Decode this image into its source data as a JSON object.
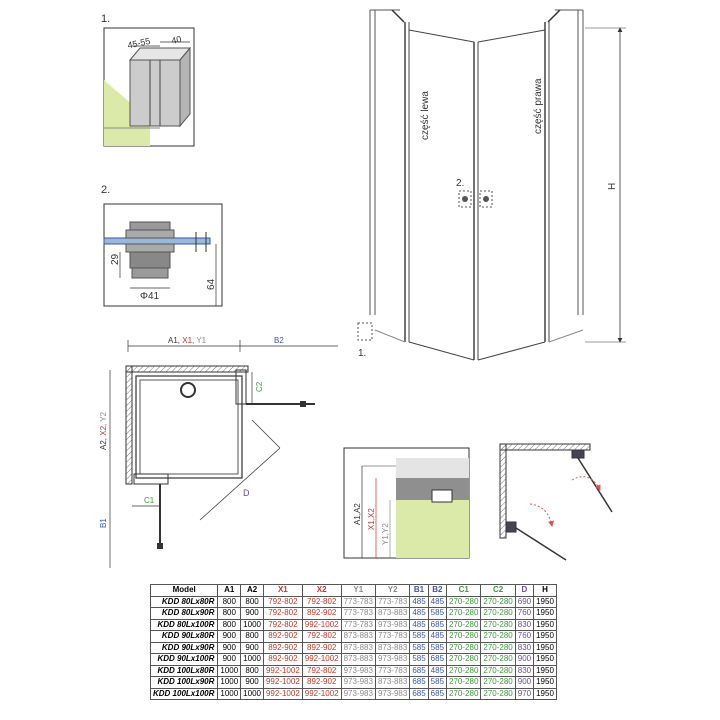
{
  "labels": {
    "detail1_num": "1.",
    "detail1_dim_a": "45-55",
    "detail1_dim_b": "40",
    "detail2_num": "2.",
    "detail2_dim_29": "29",
    "detail2_dim_phi": "Φ41",
    "detail2_dim_64": "64",
    "front_left_door": "część lewa",
    "front_right_door": "część prawa",
    "front_marker_2": "2.",
    "front_marker_1": "1.",
    "front_height": "H",
    "plan_A1": "A1,",
    "plan_X1": "X1,",
    "plan_Y1": "Y1",
    "plan_B2": "B2",
    "plan_A2": "A2,",
    "plan_X2": "X2,",
    "plan_Y2": "Y2",
    "plan_B1": "B1",
    "plan_C1": "C1",
    "plan_C2": "C2",
    "plan_D": "D",
    "side_A1A2": "A1,A2",
    "side_X1X2": "X1,X2",
    "side_Y1Y2": "Y1,Y2"
  },
  "colors": {
    "red": "#c0392b",
    "gray": "#8a8a8a",
    "blue": "#3b56a8",
    "green": "#3a9a3a",
    "purple": "#6b4aa0",
    "detail_fill": "#dbe9a9"
  },
  "table": {
    "headers": [
      "Model",
      "A1",
      "A2",
      "X1",
      "X2",
      "Y1",
      "Y2",
      "B1",
      "B2",
      "C1",
      "C2",
      "D",
      "H"
    ],
    "rows": [
      [
        "KDD 80Lx80R",
        "800",
        "800",
        "792-802",
        "792-802",
        "773-783",
        "773-783",
        "485",
        "485",
        "270-280",
        "270-280",
        "690",
        "1950"
      ],
      [
        "KDD 80Lx90R",
        "800",
        "900",
        "792-802",
        "892-902",
        "773-783",
        "873-883",
        "485",
        "585",
        "270-280",
        "270-280",
        "760",
        "1950"
      ],
      [
        "KDD 80Lx100R",
        "800",
        "1000",
        "792-802",
        "992-1002",
        "773-783",
        "973-983",
        "485",
        "685",
        "270-280",
        "270-280",
        "830",
        "1950"
      ],
      [
        "KDD 90Lx80R",
        "900",
        "800",
        "892-902",
        "792-802",
        "873-883",
        "773-783",
        "585",
        "485",
        "270-280",
        "270-280",
        "760",
        "1950"
      ],
      [
        "KDD 90Lx90R",
        "900",
        "900",
        "892-902",
        "892-902",
        "873-883",
        "873-883",
        "585",
        "585",
        "270-280",
        "270-280",
        "830",
        "1950"
      ],
      [
        "KDD 90Lx100R",
        "900",
        "1000",
        "892-902",
        "992-1002",
        "873-883",
        "973-983",
        "585",
        "685",
        "270-280",
        "270-280",
        "900",
        "1950"
      ],
      [
        "KDD 100Lx80R",
        "1000",
        "800",
        "992-1002",
        "792-802",
        "973-983",
        "773-783",
        "685",
        "485",
        "270-280",
        "270-280",
        "830",
        "1950"
      ],
      [
        "KDD 100Lx90R",
        "1000",
        "900",
        "992-1002",
        "892-902",
        "973-983",
        "873-883",
        "685",
        "585",
        "270-280",
        "270-280",
        "900",
        "1950"
      ],
      [
        "KDD 100Lx100R",
        "1000",
        "1000",
        "992-1002",
        "992-1002",
        "973-983",
        "973-983",
        "685",
        "685",
        "270-280",
        "270-280",
        "970",
        "1950"
      ]
    ]
  }
}
